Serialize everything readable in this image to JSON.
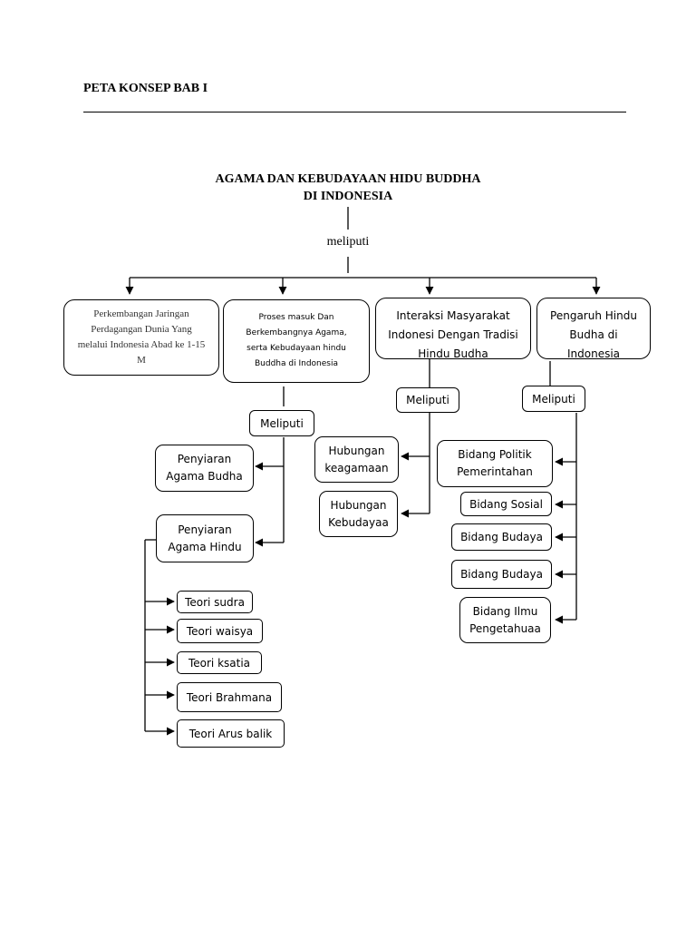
{
  "header": {
    "title": "PETA KONSEP BAB I"
  },
  "concept_map": {
    "title_line1": "AGAMA DAN KEBUDAYAAN HIDU BUDDHA",
    "title_line2": "DI INDONESIA",
    "top_connector": "meliputi",
    "branch1": {
      "label": "Perkembangan Jaringan Perdagangan Dunia Yang melalui Indonesia Abad ke 1-15 M"
    },
    "branch2": {
      "label": "Proses masuk Dan Berkembangnya Agama, serta Kebudayaan hindu Buddha  di Indonesia",
      "connector": "Meliputi",
      "items": [
        {
          "label": "Penyiaran Agama Budha"
        },
        {
          "label": "Penyiaran Agama Hindu"
        }
      ],
      "sub_items": [
        {
          "label": "Teori sudra"
        },
        {
          "label": "Teori waisya"
        },
        {
          "label": "Teori ksatia"
        },
        {
          "label": "Teori Brahmana"
        },
        {
          "label": "Teori  Arus balik"
        }
      ]
    },
    "branch3": {
      "label": "Interaksi Masyarakat Indonesi Dengan Tradisi Hindu Budha",
      "connector": "Meliputi",
      "items": [
        {
          "label": "Hubungan keagamaan"
        },
        {
          "label": "Hubungan Kebudayaa"
        }
      ]
    },
    "branch4": {
      "label": "Pengaruh Hindu Budha di Indonesia",
      "connector": "Meliputi",
      "items": [
        {
          "label": "Bidang Politik Pemerintahan"
        },
        {
          "label": "Bidang Sosial"
        },
        {
          "label": "Bidang Budaya"
        },
        {
          "label": "Bidang Budaya"
        },
        {
          "label": "Bidang Ilmu Pengetahuaa"
        }
      ]
    }
  }
}
